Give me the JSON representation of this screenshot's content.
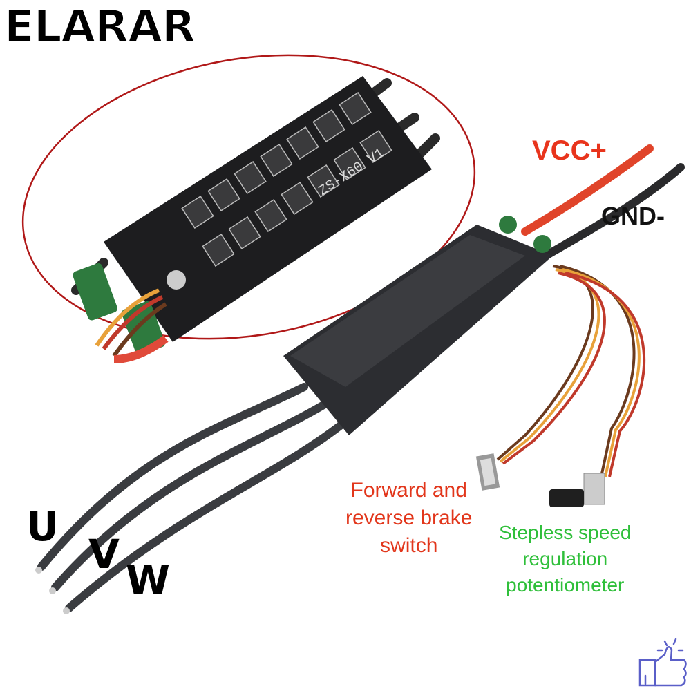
{
  "brand": "ELARAR",
  "board_marking": "ZS-X60 V1",
  "labels": {
    "vcc": "VCC+",
    "gnd": "GND-",
    "forward_switch": [
      "Forward and",
      "reverse brake",
      "switch"
    ],
    "potentiometer": [
      "Stepless speed",
      "regulation",
      "potentiometer"
    ],
    "phase_u": "U",
    "phase_v": "V",
    "phase_w": "W"
  },
  "colors": {
    "highlight_ellipse": "#b01818",
    "vcc_label": "#e8341c",
    "switch_label": "#e2361b",
    "pot_label": "#2fbf3a",
    "badge_icon": "#5a5fc8"
  },
  "badge_icon": "thumbs-up-icon"
}
